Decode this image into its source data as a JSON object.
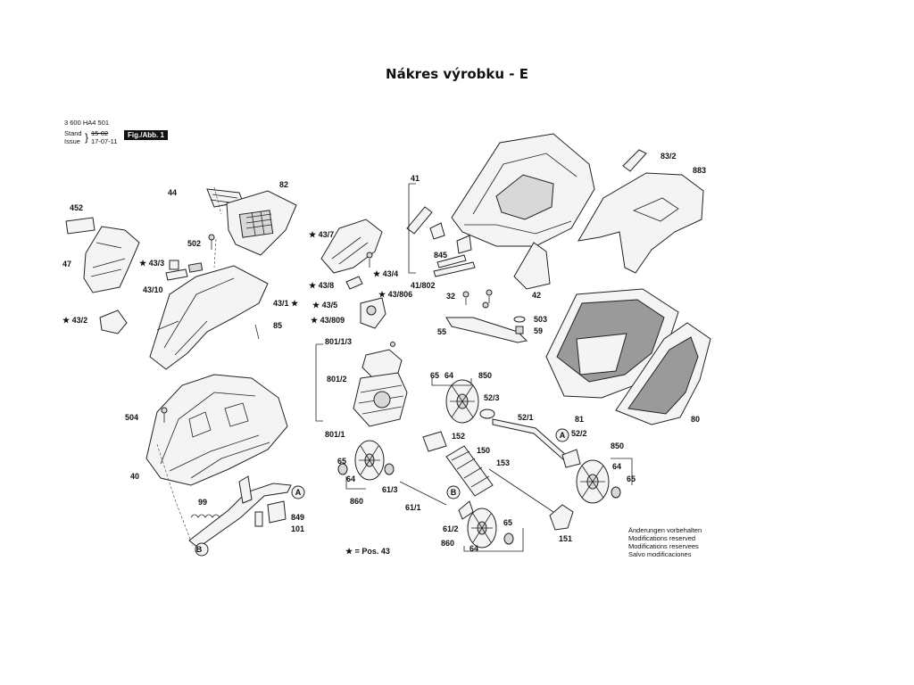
{
  "title": "Nákres výrobku - E",
  "doc": {
    "number": "3 600 HA4 501",
    "stand_label": "Stand",
    "issue_label": "Issue",
    "stand_value": "15-02",
    "issue_value": "17-07-11",
    "fig_label": "Fig./Abb. 1"
  },
  "legend": "★ = Pos. 43",
  "notes": [
    "Änderungen vorbehalten",
    "Modifications reserved",
    "Modifications reservees",
    "Salvo modificaciones"
  ],
  "labels": {
    "l44": "44",
    "l82": "82",
    "l452": "452",
    "l47": "47",
    "l502": "502",
    "l43_3": "★ 43/3",
    "l43_10": "43/10",
    "l43_2": "★ 43/2",
    "l43_1": "43/1 ★",
    "l85": "85",
    "l504": "504",
    "l40": "40",
    "l99": "99",
    "lB1": "B",
    "lA1": "A",
    "l849": "849",
    "l101": "101",
    "l43_7": "★ 43/7",
    "l43_8": "★ 43/8",
    "l43_4": "★ 43/4",
    "l43_806": "★ 43/806",
    "l43_5": "★ 43/5",
    "l43_809": "★ 43/809",
    "l801_1_3": "801/1/3",
    "l801_2": "801/2",
    "l801_1": "801/1",
    "l41": "41",
    "l845": "845",
    "l41_802": "41/802",
    "l32": "32",
    "l42": "42",
    "l83_2": "83/2",
    "l883": "883",
    "l503": "503",
    "l59": "59",
    "l55": "55",
    "l65a": "65",
    "l64a": "64",
    "l850a": "850",
    "l52_3": "52/3",
    "l52_1": "52/1",
    "l81": "81",
    "l80": "80",
    "lA2": "A",
    "l52_2": "52/2",
    "l152": "152",
    "l150": "150",
    "l153": "153",
    "l65b": "65",
    "l64b": "64",
    "l860a": "860",
    "l61_3": "61/3",
    "l61_1": "61/1",
    "lB2": "B",
    "l61_2": "61/2",
    "l65c": "65",
    "l860b": "860",
    "l64c": "64",
    "l151": "151",
    "l850b": "850",
    "l64d": "64",
    "l65d": "65"
  }
}
